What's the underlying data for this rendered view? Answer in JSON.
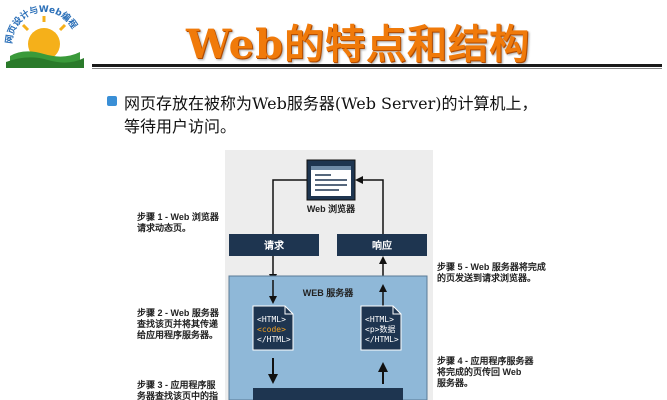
{
  "logo": {
    "text": "网页设计与Web编程"
  },
  "slide": {
    "title": "Web的特点和结构",
    "bullet_line1": "网页存放在被称为Web服务器(Web Server)的计算机上，",
    "bullet_line2": "等待用户访问。"
  },
  "diagram": {
    "browser_label": "Web 浏览器",
    "request_label": "请求",
    "response_label": "响应",
    "server_label": "WEB 服务器",
    "code_left": [
      "<HTML>",
      "<code>",
      "</HTML>"
    ],
    "code_right": [
      "<HTML>",
      "<p>数据",
      "</HTML>"
    ],
    "step1": [
      "步骤 1 - Web 浏览器",
      "请求动态页。"
    ],
    "step2": [
      "步骤 2 - Web 服务器",
      "查找该页并将其传递",
      "给应用程序服务器。"
    ],
    "step3": [
      "步骤 3 - 应用程序服",
      "务器查找该页中的指"
    ],
    "step4": [
      "步骤 4 - 应用程序服务器",
      "将完成的页传回 Web",
      "服务器。"
    ],
    "step5": [
      "步骤 5 - Web 服务器将完成",
      "的页发送到请求浏览器。"
    ]
  },
  "colors": {
    "title": "#f07a0a",
    "bullet": "#3a8fd6",
    "server_bg": "#8fb8d8",
    "dark_box": "#1e3550"
  }
}
